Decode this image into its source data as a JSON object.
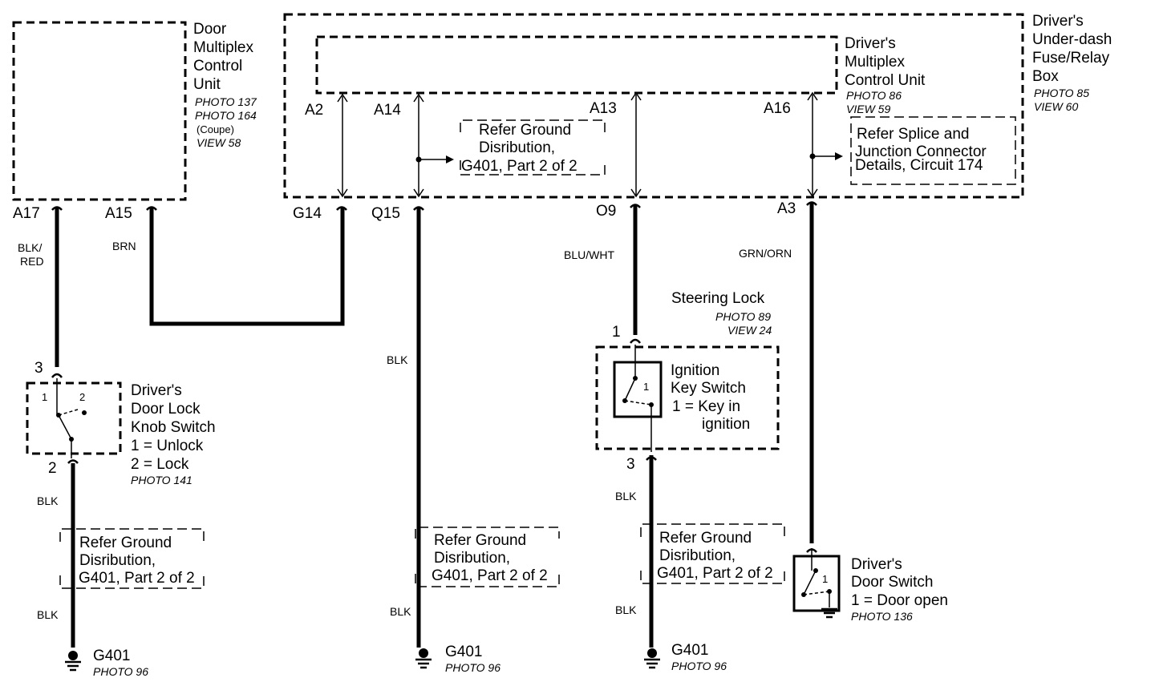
{
  "door_mcu": {
    "title": [
      "Door",
      "Multiplex",
      "Control",
      "Unit"
    ],
    "refs": [
      "PHOTO 137",
      "PHOTO 164"
    ],
    "coupe": "(Coupe)",
    "view": "VIEW 58",
    "pin_a17": "A17",
    "pin_a15": "A15"
  },
  "fuse_box": {
    "title": [
      "Driver's",
      "Under-dash",
      "Fuse/Relay",
      "Box"
    ],
    "refs": [
      "PHOTO 85",
      "VIEW 60"
    ],
    "pin_g14": "G14",
    "pin_q15": "Q15",
    "pin_o9": "O9",
    "pin_a3": "A3"
  },
  "driver_mcu": {
    "title": [
      "Driver's",
      "Multiplex",
      "Control Unit"
    ],
    "refs": [
      "PHOTO 86",
      "VIEW 59"
    ],
    "pin_a2": "A2",
    "pin_a14": "A14",
    "pin_a13": "A13",
    "pin_a16": "A16"
  },
  "notes": {
    "ground_ref": [
      "Refer Ground",
      "Disribution,",
      "G401, Part 2 of 2"
    ],
    "splice_ref": [
      "Refer Splice and",
      "Junction Connector",
      "Details, Circuit 174"
    ]
  },
  "wires": {
    "blk_red": [
      "BLK/",
      "RED"
    ],
    "brn": "BRN",
    "blk": "BLK",
    "blu_wht": "BLU/WHT",
    "grn_orn": "GRN/ORN"
  },
  "door_lock_switch": {
    "pin_3": "3",
    "pin_2": "2",
    "pos_1": "1",
    "pos_2": "2",
    "lines": [
      "Driver's",
      "Door Lock",
      "Knob Switch",
      "1 = Unlock",
      "2 = Lock"
    ],
    "photo": "PHOTO 141"
  },
  "steering_lock": {
    "title": "Steering Lock",
    "refs": [
      "PHOTO 89",
      "VIEW 24"
    ],
    "pin_1": "1",
    "pin_3": "3",
    "pos_1": "1",
    "lines": [
      "Ignition",
      "Key Switch",
      "1 = Key in",
      "ignition"
    ]
  },
  "door_switch": {
    "pos_1": "1",
    "lines": [
      "Driver's",
      "Door Switch",
      "1 = Door open"
    ],
    "photo": "PHOTO 136"
  },
  "grounds": {
    "name": "G401",
    "photo": "PHOTO 96"
  }
}
